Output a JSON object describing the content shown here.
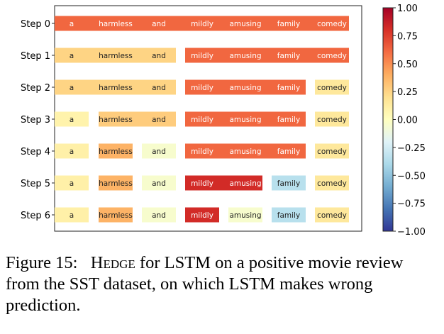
{
  "chart_data": {
    "type": "heatmap",
    "title": "",
    "xlabel": "",
    "ylabel": "",
    "words": [
      "a",
      "harmless",
      "and",
      "mildly",
      "amusing",
      "family",
      "comedy"
    ],
    "rows": [
      {
        "label": "Step 0",
        "segments": [
          {
            "words": [
              0,
              1,
              2,
              3,
              4,
              5,
              6
            ],
            "value": 0.62
          }
        ]
      },
      {
        "label": "Step 1",
        "segments": [
          {
            "words": [
              0,
              1,
              2
            ],
            "value": 0.25
          },
          {
            "words": [
              3,
              4,
              5,
              6
            ],
            "value": 0.62
          }
        ]
      },
      {
        "label": "Step 2",
        "segments": [
          {
            "words": [
              0,
              1,
              2
            ],
            "value": 0.25
          },
          {
            "words": [
              3,
              4,
              5
            ],
            "value": 0.62
          },
          {
            "words": [
              6
            ],
            "value": 0.15
          }
        ]
      },
      {
        "label": "Step 3",
        "segments": [
          {
            "words": [
              0
            ],
            "value": 0.08
          },
          {
            "words": [
              1,
              2
            ],
            "value": 0.28
          },
          {
            "words": [
              3,
              4,
              5
            ],
            "value": 0.62
          },
          {
            "words": [
              6
            ],
            "value": 0.15
          }
        ]
      },
      {
        "label": "Step 4",
        "segments": [
          {
            "words": [
              0
            ],
            "value": 0.1
          },
          {
            "words": [
              1
            ],
            "value": 0.38
          },
          {
            "words": [
              2
            ],
            "value": -0.05
          },
          {
            "words": [
              3,
              4,
              5
            ],
            "value": 0.62
          },
          {
            "words": [
              6
            ],
            "value": 0.15
          }
        ]
      },
      {
        "label": "Step 5",
        "segments": [
          {
            "words": [
              0
            ],
            "value": 0.1
          },
          {
            "words": [
              1
            ],
            "value": 0.38
          },
          {
            "words": [
              2
            ],
            "value": -0.05
          },
          {
            "words": [
              3,
              4
            ],
            "value": 0.82
          },
          {
            "words": [
              5
            ],
            "value": -0.35
          },
          {
            "words": [
              6
            ],
            "value": 0.15
          }
        ]
      },
      {
        "label": "Step 6",
        "segments": [
          {
            "words": [
              0
            ],
            "value": 0.1
          },
          {
            "words": [
              1
            ],
            "value": 0.38
          },
          {
            "words": [
              2
            ],
            "value": -0.05
          },
          {
            "words": [
              3
            ],
            "value": 0.82
          },
          {
            "words": [
              4
            ],
            "value": -0.05
          },
          {
            "words": [
              5
            ],
            "value": -0.35
          },
          {
            "words": [
              6
            ],
            "value": 0.15
          }
        ]
      }
    ],
    "colorbar": {
      "colormap": "RdYlBu_r",
      "range": [
        -1.0,
        1.0
      ],
      "ticks": [
        "1.00",
        "0.75",
        "0.50",
        "0.25",
        "0.00",
        "−0.25",
        "−0.50",
        "−0.75",
        "−1.00"
      ],
      "tick_values": [
        1.0,
        0.75,
        0.5,
        0.25,
        0.0,
        -0.25,
        -0.5,
        -0.75,
        -1.0
      ]
    }
  },
  "caption": {
    "figure_label": "Figure 15:",
    "method": "Hedge",
    "text": "for LSTM on a positive movie review from the SST dataset, on which LSTM makes wrong prediction."
  }
}
